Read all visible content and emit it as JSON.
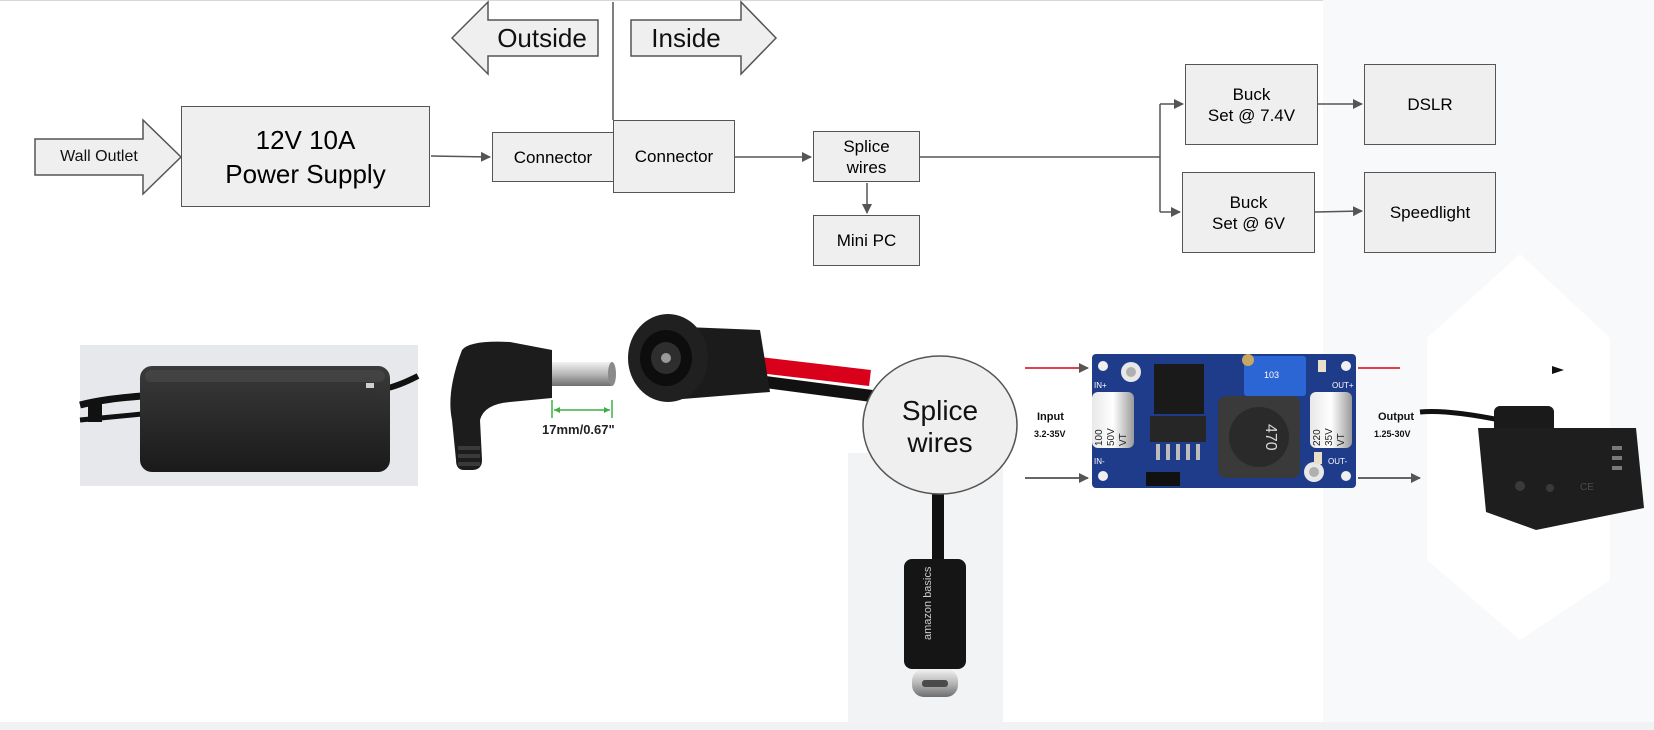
{
  "diagram": {
    "boundary_labels": {
      "outside": "Outside",
      "inside": "Inside"
    },
    "wall_outlet": "Wall Outlet",
    "power_supply": "12V 10A\nPower Supply",
    "connector_outside": "Connector",
    "connector_inside": "Connector",
    "splice_wires": "Splice\nwires",
    "mini_pc": "Mini PC",
    "buck_7v4": "Buck\nSet @ 7.4V",
    "buck_6v": "Buck\nSet @ 6V",
    "dslr": "DSLR",
    "speedlight": "Speedlight"
  },
  "photos": {
    "barrel_plug_dimension": "17mm/0.67\"",
    "splice_callout": "Splice\nwires",
    "usb_cable_brand": "amazon basics",
    "buck_module": {
      "input_label": "Input",
      "input_range": "3.2-35V",
      "output_label": "Output",
      "output_range": "1.25-30V",
      "in_plus": "IN+",
      "in_minus": "IN-",
      "out_plus": "OUT+",
      "out_minus": "OUT-",
      "cap_left": [
        "100",
        "50V",
        "VT"
      ],
      "cap_right": [
        "220",
        "35V",
        "VT"
      ],
      "inductor": "470",
      "pot": "103"
    },
    "dummy_battery_mark": "CE"
  },
  "colors": {
    "box_fill": "#efefef",
    "box_border": "#555555",
    "arrow": "#555555",
    "wire_red": "#d9001b",
    "pcb_blue": "#1f3c8a"
  }
}
